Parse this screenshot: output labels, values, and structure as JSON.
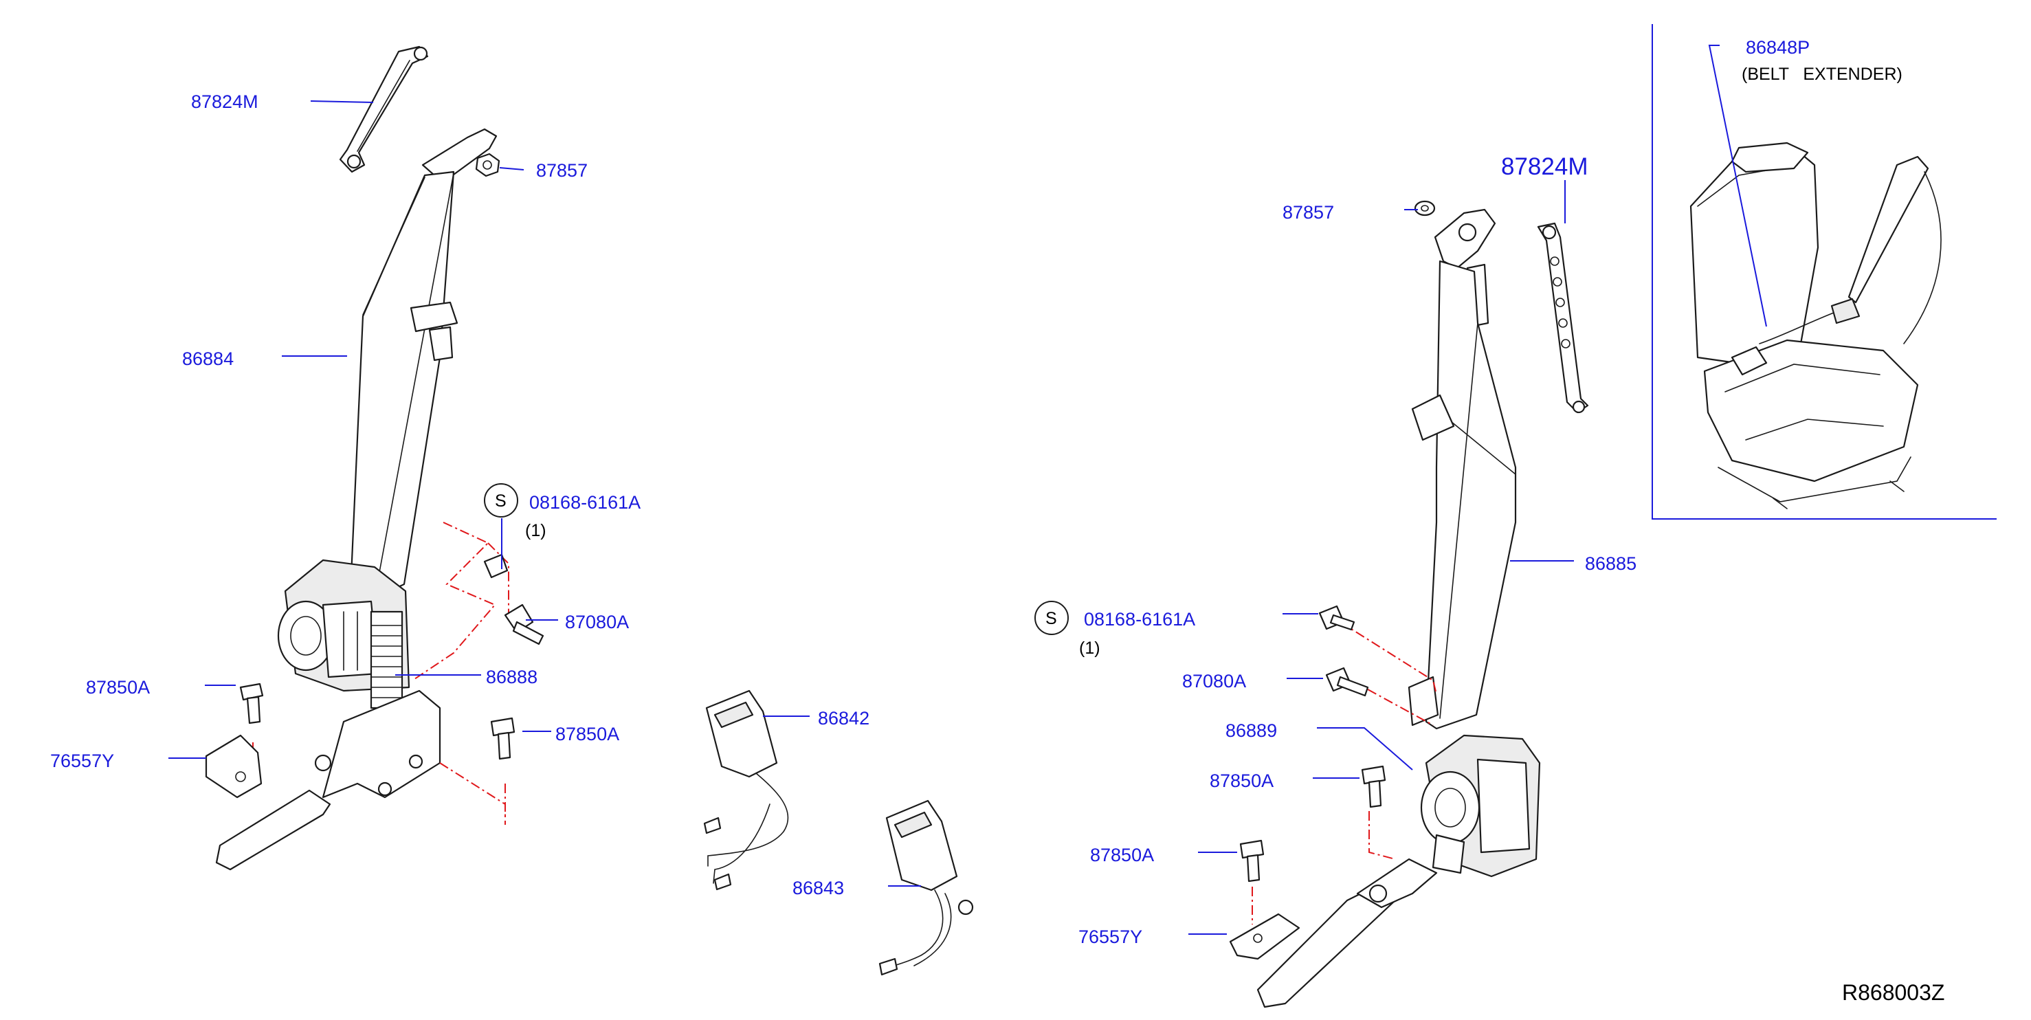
{
  "labels": {
    "p87824M_left": "87824M",
    "p87857_left": "87857",
    "p86884": "86884",
    "s_code_left": "S",
    "p08168_left": "08168-6161A",
    "qty_left": "(1)",
    "p87080A_left": "87080A",
    "p86888": "86888",
    "p87850A_left1": "87850A",
    "p87850A_left2": "87850A",
    "p76557Y_left": "76557Y",
    "p86842": "86842",
    "p86843": "86843",
    "p87857_right": "87857",
    "p87824M_right": "87824M",
    "p86885": "86885",
    "s_code_right": "S",
    "p08168_right": "08168-6161A",
    "qty_right": "(1)",
    "p87080A_right": "87080A",
    "p86889": "86889",
    "p87850A_right1": "87850A",
    "p87850A_right2": "87850A",
    "p76557Y_right": "76557Y",
    "p86848P": "86848P",
    "belt_extender": "(BELT   EXTENDER)",
    "diagram_ref": "R868003Z"
  },
  "colors": {
    "label_blue": "#1a1adc",
    "dash_red": "#e0181b",
    "line_black": "#1b1b1b"
  }
}
